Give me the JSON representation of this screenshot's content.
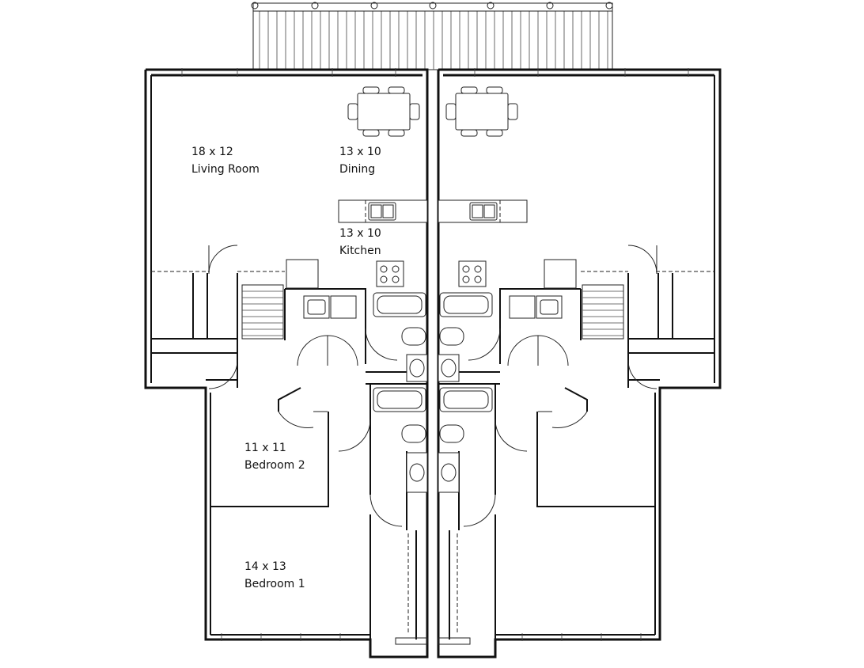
{
  "rooms": {
    "living": {
      "size": "18 x 12",
      "name": "Living Room"
    },
    "dining": {
      "size": "13 x 10",
      "name": "Dining"
    },
    "kitchen": {
      "size": "13 x 10",
      "name": "Kitchen"
    },
    "bedroom2": {
      "size": "11 x 11",
      "name": "Bedroom 2"
    },
    "bedroom1": {
      "size": "14 x 13",
      "name": "Bedroom 1"
    }
  },
  "colors": {
    "line": "#111111",
    "background": "#ffffff"
  }
}
